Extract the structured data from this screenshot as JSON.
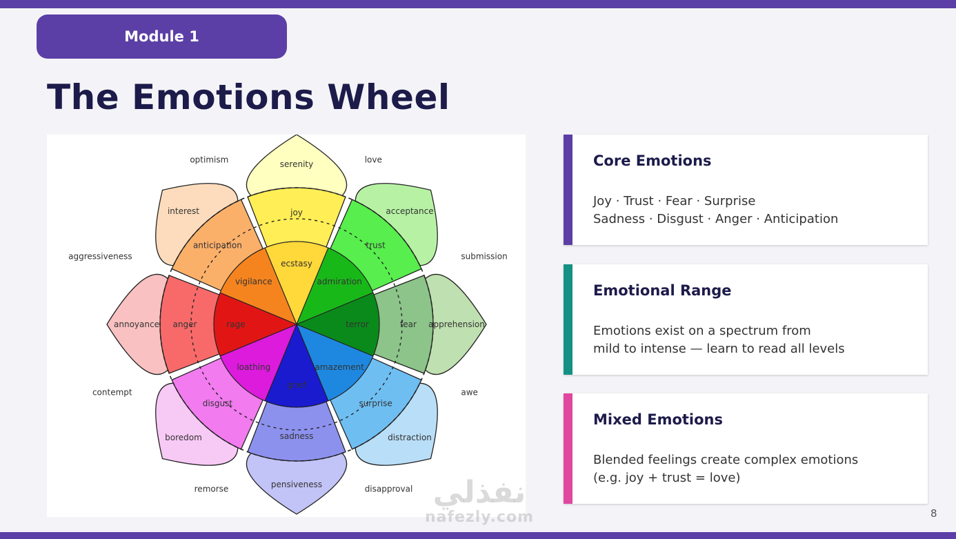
{
  "header": {
    "module_label": "Module 1",
    "title": "The Emotions Wheel"
  },
  "wheel": {
    "petals": [
      {
        "outer": "serenity",
        "middle": "joy",
        "inner": "ecstasy",
        "colors": [
          "#ffffbf",
          "#ffee55",
          "#ffd83a"
        ]
      },
      {
        "outer": "acceptance",
        "middle": "trust",
        "inner": "admiration",
        "colors": [
          "#b7f2a4",
          "#58ee4e",
          "#19b819"
        ]
      },
      {
        "outer": "apprehension",
        "middle": "fear",
        "inner": "terror",
        "colors": [
          "#bfe0b0",
          "#8cc48a",
          "#0a8a1a"
        ]
      },
      {
        "outer": "distraction",
        "middle": "surprise",
        "inner": "amazement",
        "colors": [
          "#b9def7",
          "#6fbef2",
          "#1e88e0"
        ]
      },
      {
        "outer": "pensiveness",
        "middle": "sadness",
        "inner": "grief",
        "colors": [
          "#c2c3f6",
          "#8d91ee",
          "#1a1acf"
        ]
      },
      {
        "outer": "boredom",
        "middle": "disgust",
        "inner": "loathing",
        "colors": [
          "#f7c9f5",
          "#f27bf0",
          "#dc1bdc"
        ]
      },
      {
        "outer": "annoyance",
        "middle": "anger",
        "inner": "rage",
        "colors": [
          "#f9c1c1",
          "#f86a6a",
          "#e21515"
        ]
      },
      {
        "outer": "interest",
        "middle": "anticipation",
        "inner": "vigilance",
        "colors": [
          "#fcdcbd",
          "#fbb06a",
          "#f5841f"
        ]
      }
    ],
    "dyads": [
      "love",
      "submission",
      "awe",
      "disapproval",
      "remorse",
      "contempt",
      "aggressiveness",
      "optimism"
    ]
  },
  "cards": [
    {
      "title": "Core Emotions",
      "lines": [
        "Joy · Trust · Fear · Surprise",
        "Sadness · Disgust · Anger · Anticipation"
      ],
      "accent": "#5b3fa6"
    },
    {
      "title": "Emotional Range",
      "lines": [
        "Emotions exist on a spectrum from",
        "mild to intense — learn to read all levels"
      ],
      "accent": "#149184"
    },
    {
      "title": "Mixed Emotions",
      "lines": [
        "Blended feelings create complex emotions",
        "(e.g. joy + trust = love)"
      ],
      "accent": "#e0479e"
    }
  ],
  "page_number": "8",
  "watermark": {
    "arabic": "نفذلي",
    "latin": "nafezly.com"
  }
}
